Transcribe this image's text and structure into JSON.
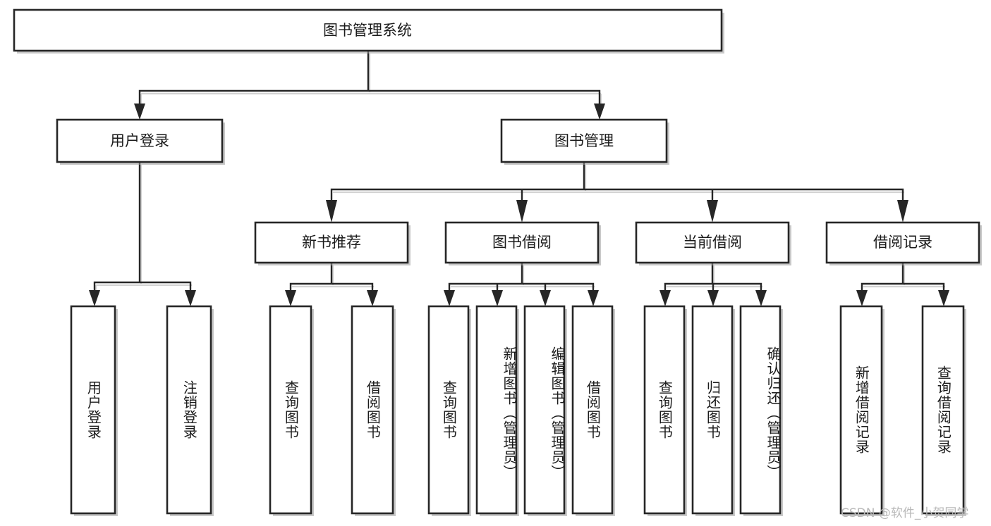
{
  "diagram": {
    "type": "tree-hierarchy",
    "title": "图书管理系统",
    "watermark": "CSDN @软件_小贺同学",
    "colors": {
      "stroke": "#262626",
      "box_fill": "#ffffff",
      "text": "#1b1b1b",
      "shadow": "#9a9a9a",
      "watermark": "#b9b9b9",
      "background": "#ffffff"
    },
    "levels": {
      "root": {
        "label": "图书管理系统",
        "orientation": "horizontal"
      },
      "level2": [
        {
          "id": "user-login",
          "label": "用户登录",
          "orientation": "horizontal"
        },
        {
          "id": "book-manage",
          "label": "图书管理",
          "orientation": "horizontal"
        }
      ],
      "level3": [
        {
          "id": "new-book-rec",
          "label": "新书推荐",
          "orientation": "horizontal",
          "parent": "book-manage"
        },
        {
          "id": "book-borrow",
          "label": "图书借阅",
          "orientation": "horizontal",
          "parent": "book-manage"
        },
        {
          "id": "current-borrow",
          "label": "当前借阅",
          "orientation": "horizontal",
          "parent": "book-manage"
        },
        {
          "id": "borrow-record",
          "label": "借阅记录",
          "orientation": "horizontal",
          "parent": "book-manage"
        }
      ],
      "leaves": [
        {
          "id": "leaf-user-login",
          "label": "用户登录",
          "orientation": "vertical",
          "parent": "user-login"
        },
        {
          "id": "leaf-logout",
          "label": "注销登录",
          "orientation": "vertical",
          "parent": "user-login"
        },
        {
          "id": "leaf-query-book-1",
          "label": "查询图书",
          "orientation": "vertical",
          "parent": "new-book-rec"
        },
        {
          "id": "leaf-borrow-book-1",
          "label": "借阅图书",
          "orientation": "vertical",
          "parent": "new-book-rec"
        },
        {
          "id": "leaf-query-book-2",
          "label": "查询图书",
          "orientation": "vertical",
          "parent": "book-borrow"
        },
        {
          "id": "leaf-add-book",
          "label": "新增图书（管理员）",
          "orientation": "vertical",
          "parent": "book-borrow"
        },
        {
          "id": "leaf-edit-book",
          "label": "编辑图书（管理员）",
          "orientation": "vertical",
          "parent": "book-borrow"
        },
        {
          "id": "leaf-borrow-book-2",
          "label": "借阅图书",
          "orientation": "vertical",
          "parent": "book-borrow"
        },
        {
          "id": "leaf-query-book-3",
          "label": "查询图书",
          "orientation": "vertical",
          "parent": "current-borrow"
        },
        {
          "id": "leaf-return-book",
          "label": "归还图书",
          "orientation": "vertical",
          "parent": "current-borrow"
        },
        {
          "id": "leaf-confirm-return",
          "label": "确认归还（管理员）",
          "orientation": "vertical",
          "parent": "current-borrow"
        },
        {
          "id": "leaf-add-record",
          "label": "新增借阅记录",
          "orientation": "vertical",
          "parent": "borrow-record"
        },
        {
          "id": "leaf-query-record",
          "label": "查询借阅记录",
          "orientation": "vertical",
          "parent": "borrow-record"
        }
      ]
    }
  }
}
